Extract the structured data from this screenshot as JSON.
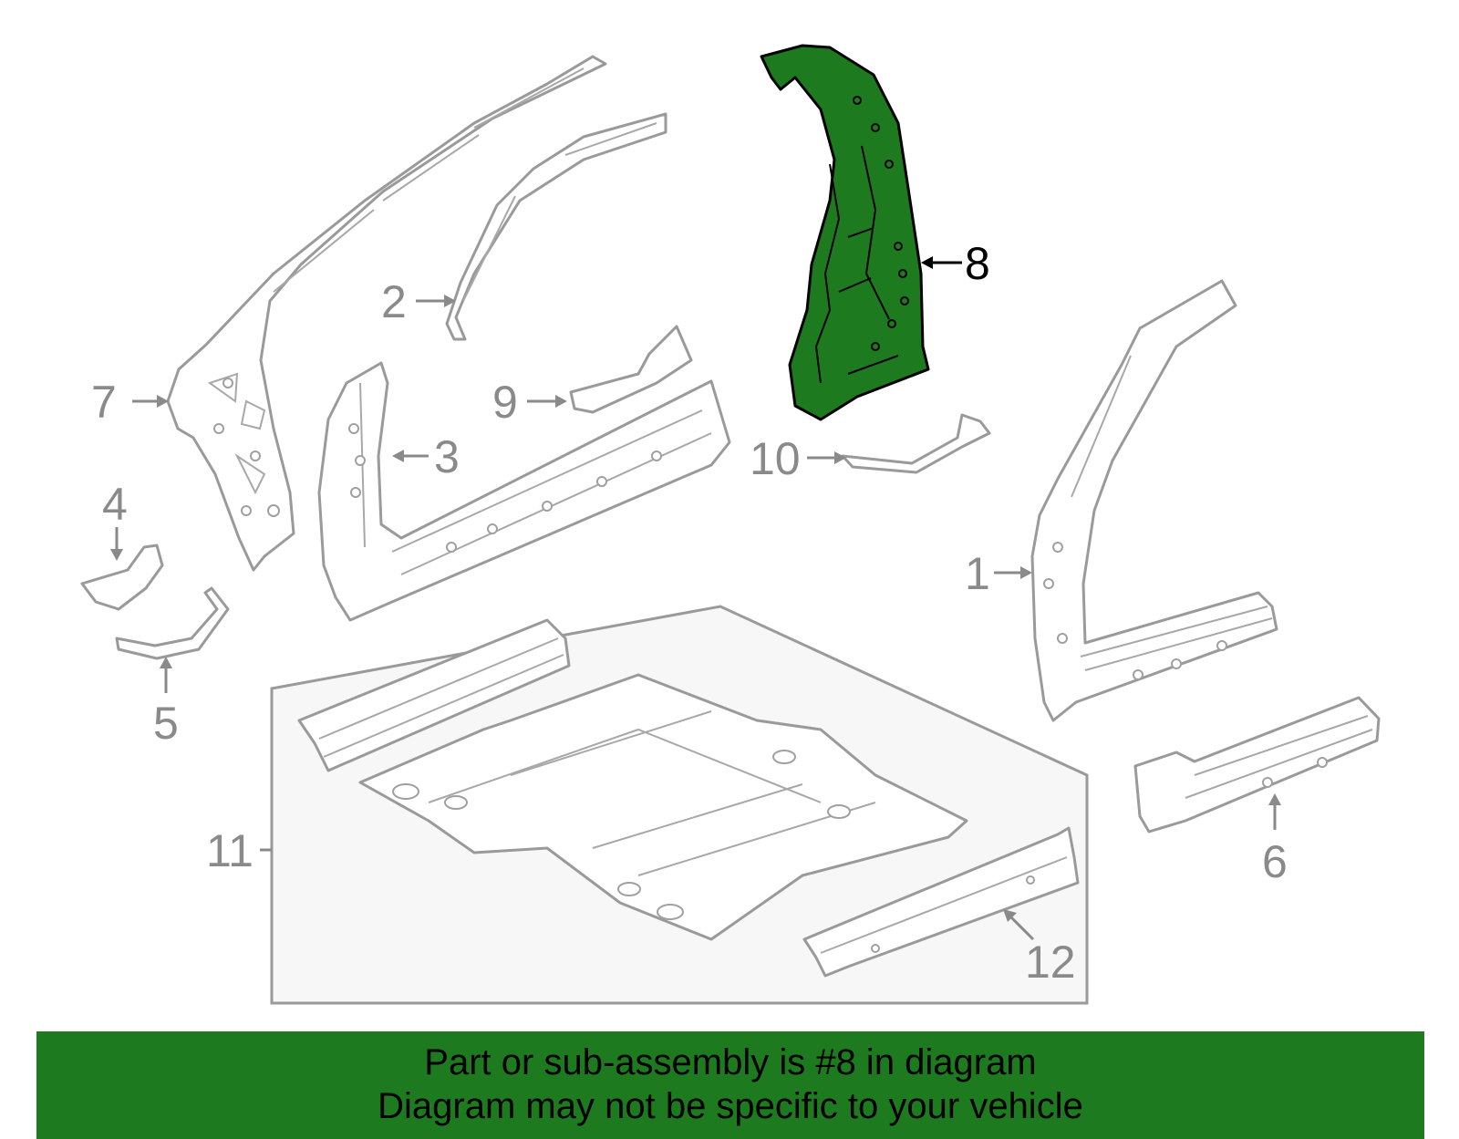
{
  "diagram": {
    "highlighted_part": "8",
    "highlight_color": "#1e7a1e",
    "callouts": {
      "c1": "1",
      "c2": "2",
      "c3": "3",
      "c4": "4",
      "c5": "5",
      "c6": "6",
      "c7": "7",
      "c8": "8",
      "c9": "9",
      "c10": "10",
      "c11": "11",
      "c12": "12"
    }
  },
  "banner": {
    "line1": "Part or sub-assembly is #8 in diagram",
    "line2": "Diagram may not be specific to your vehicle",
    "background": "#1e7a1e"
  }
}
